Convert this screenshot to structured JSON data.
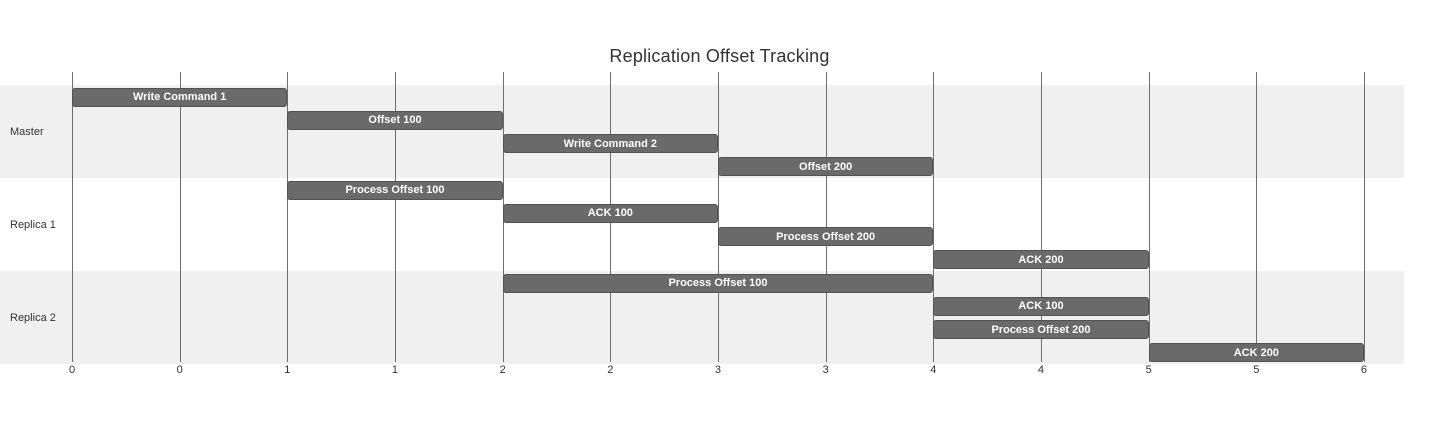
{
  "page": {
    "background_color": "#ffffff"
  },
  "chart_data": {
    "type": "gantt",
    "title": "Replication Offset Tracking",
    "grid": true,
    "x_axis": {
      "range": [
        0,
        6
      ],
      "tick_interval": 0.5,
      "tick_labels": [
        "0",
        "0",
        "1",
        "1",
        "2",
        "2",
        "3",
        "3",
        "4",
        "4",
        "5",
        "5",
        "6"
      ]
    },
    "sections": [
      {
        "name": "Master",
        "tasks": [
          {
            "label": "Write Command 1",
            "start": 0,
            "end": 1
          },
          {
            "label": "Offset 100",
            "start": 1,
            "end": 2
          },
          {
            "label": "Write Command 2",
            "start": 2,
            "end": 3
          },
          {
            "label": "Offset 200",
            "start": 3,
            "end": 4
          }
        ]
      },
      {
        "name": "Replica 1",
        "tasks": [
          {
            "label": "Process Offset 100",
            "start": 1,
            "end": 2
          },
          {
            "label": "ACK 100",
            "start": 2,
            "end": 3
          },
          {
            "label": "Process Offset 200",
            "start": 3,
            "end": 4
          },
          {
            "label": "ACK 200",
            "start": 4,
            "end": 5
          }
        ]
      },
      {
        "name": "Replica 2",
        "tasks": [
          {
            "label": "Process Offset 100",
            "start": 2,
            "end": 4
          },
          {
            "label": "ACK 100",
            "start": 4,
            "end": 5
          },
          {
            "label": "Process Offset 200",
            "start": 4,
            "end": 5
          },
          {
            "label": "ACK 200",
            "start": 5,
            "end": 6
          }
        ]
      }
    ],
    "colors": {
      "bar_fill": "#6a6a6a",
      "bar_border": "#525252",
      "bar_text": "#ffffff",
      "section_band": "#f0f0f0",
      "grid_line": "#6e6e6e",
      "axis_text": "#333333",
      "title_text": "#333333",
      "section_text": "#333333"
    }
  }
}
